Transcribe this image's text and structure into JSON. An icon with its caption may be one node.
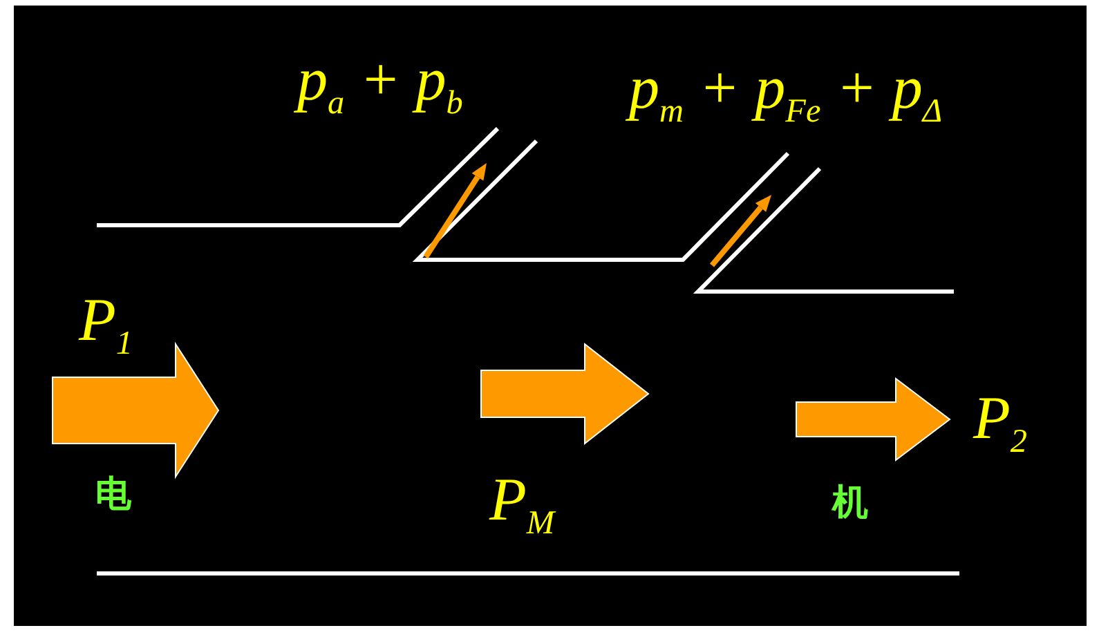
{
  "diagram": {
    "labels": [
      "p$_{a}$ + p$_{b}$",
      "p$_{m}$ + p$_{Fe}$ + p$_{Δ}$",
      "P$_{1}$",
      "P$_{2}$",
      "电",
      "P$_{M}$",
      "机"
    ]
  }
}
